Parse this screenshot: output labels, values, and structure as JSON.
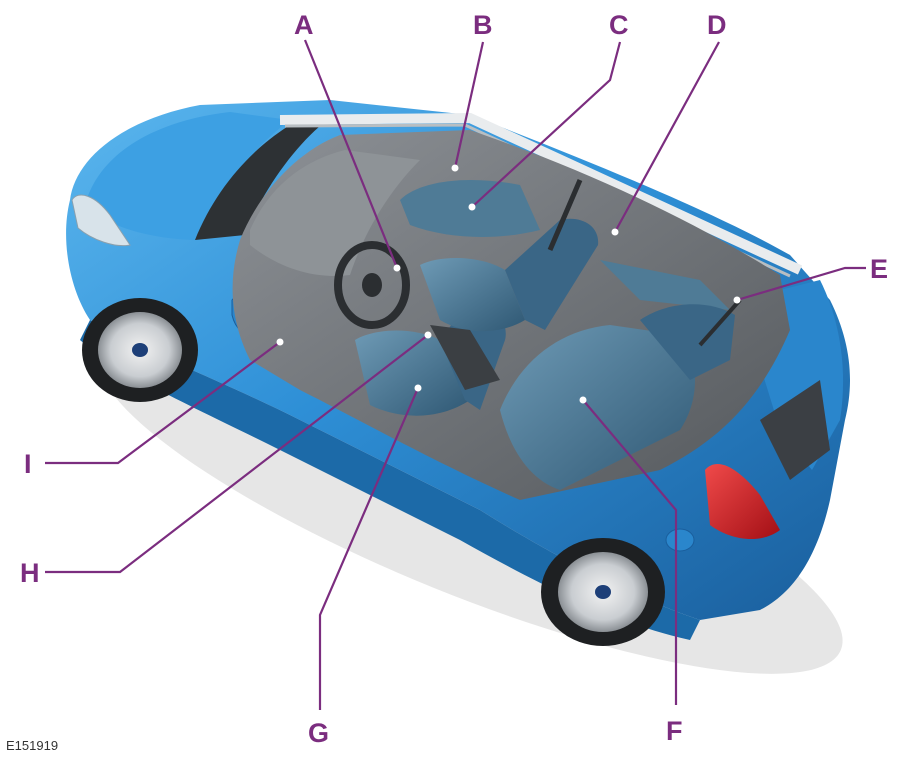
{
  "figure_id": "E151919",
  "callouts": [
    {
      "letter": "A"
    },
    {
      "letter": "B"
    },
    {
      "letter": "C"
    },
    {
      "letter": "D"
    },
    {
      "letter": "E"
    },
    {
      "letter": "F"
    },
    {
      "letter": "G"
    },
    {
      "letter": "H"
    },
    {
      "letter": "I"
    }
  ],
  "colors": {
    "callout": "#7b2d7f",
    "body_paint": "#2e8fd6",
    "body_paint_dark": "#1a5e9c",
    "interior_grey": "#6f7478",
    "seat_blue": "#3f6f8f",
    "tail_light": "#d11a22"
  }
}
